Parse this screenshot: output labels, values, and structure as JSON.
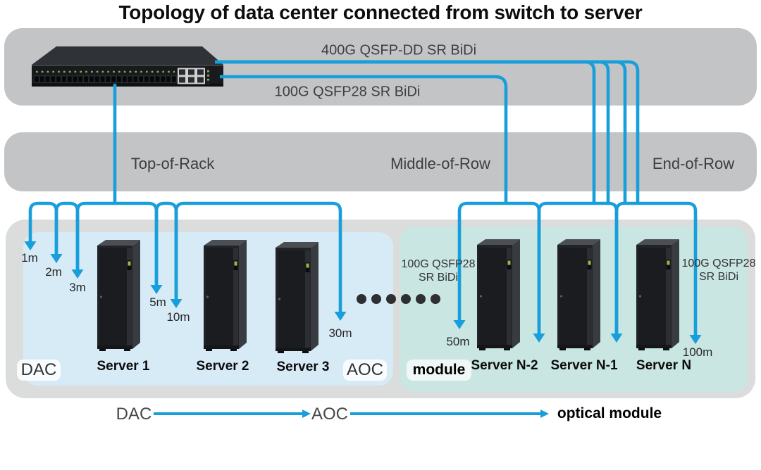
{
  "title": "Topology of data center connected from switch to server",
  "uplinks": {
    "link_400g": "400G QSFP-DD SR BiDi",
    "link_100g": "100G QSFP28 SR BiDi"
  },
  "zones": {
    "top_of_rack": "Top-of-Rack",
    "middle_of_row": "Middle-of-Row",
    "end_of_row": "End-of-Row"
  },
  "badges": {
    "dac": "DAC",
    "aoc": "AOC",
    "module": "module"
  },
  "distances": {
    "d1": "1m",
    "d2": "2m",
    "d3": "3m",
    "d5": "5m",
    "d10": "10m",
    "d30": "30m",
    "d50": "50m",
    "d100": "100m"
  },
  "servers": [
    "Server 1",
    "Server 2",
    "Server 3",
    "Server N-2",
    "Server N-1",
    "Server N"
  ],
  "module_notes": {
    "left": {
      "line1": "100G QSFP28",
      "line2": "SR BiDi"
    },
    "right": {
      "line1": "100G QSFP28",
      "line2": "SR BiDi"
    }
  },
  "legend": {
    "dac": "DAC",
    "aoc": "AOC",
    "optical": "optical module"
  },
  "colors": {
    "line_blue": "#189fdb",
    "band_gray": "#c3c4c5",
    "panel_gray": "#dbdcdc",
    "panel_blue": "#d7ebf7",
    "panel_teal": "#c9e6e2",
    "text_dark": "#3d3f41",
    "rack_dark": "#212329",
    "switch_dark": "#191a1d",
    "led_green": "#84b251",
    "dot_dark": "#2e2f31"
  }
}
